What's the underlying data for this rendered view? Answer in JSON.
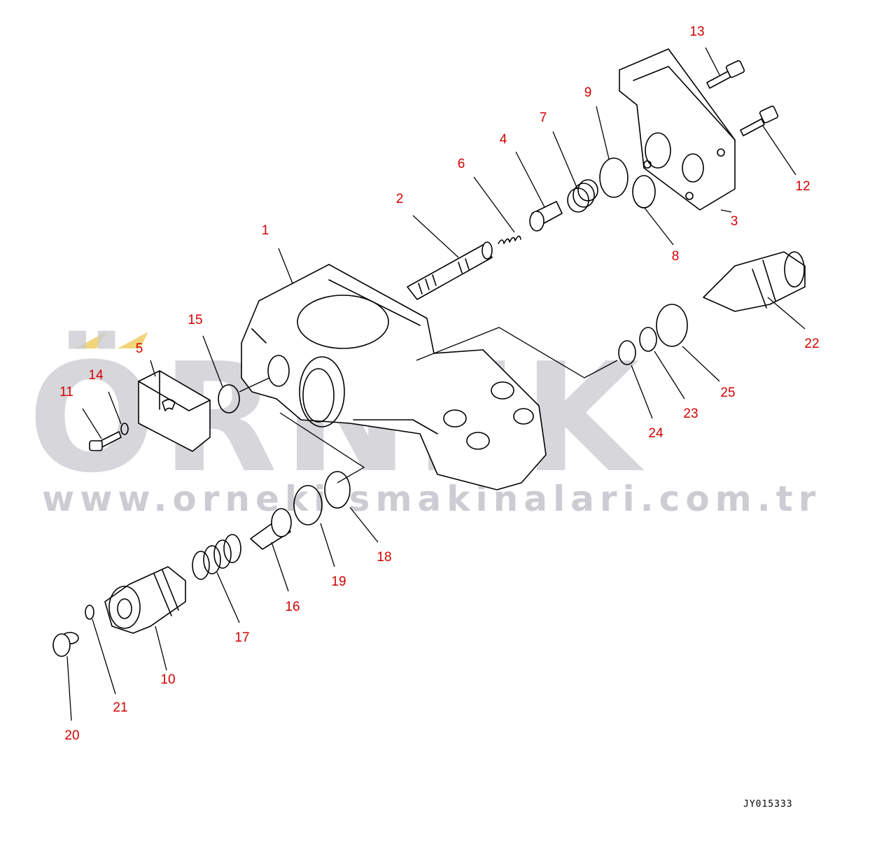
{
  "watermark": {
    "brand": "ÖRNEK",
    "url": "www.orneki smakinalari.com.tr",
    "accent_color": "#f2c94c"
  },
  "drawing_code": "JY015333",
  "callouts": [
    "1",
    "2",
    "3",
    "4",
    "5",
    "6",
    "7",
    "8",
    "9",
    "10",
    "11",
    "12",
    "13",
    "14",
    "15",
    "16",
    "17",
    "18",
    "19",
    "20",
    "21",
    "22",
    "23",
    "24",
    "25"
  ],
  "colors": {
    "callout": "#d40000",
    "line": "#000000",
    "watermark": "#c9c9d0"
  }
}
